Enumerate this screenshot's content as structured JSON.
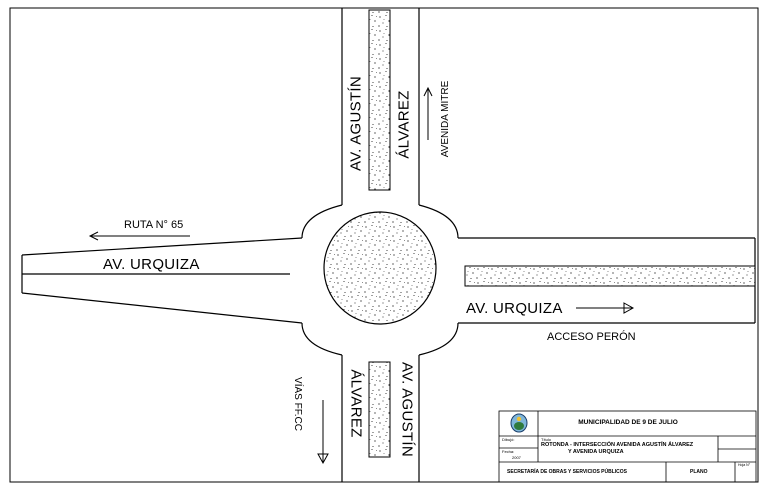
{
  "streets": {
    "urquiza_west": "AV. URQUIZA",
    "urquiza_east": "AV. URQUIZA",
    "agustin_north_1": "AV. AGUSTÍN",
    "agustin_north_2": "ÁLVAREZ",
    "agustin_south_1": "AV. AGUSTÍN",
    "agustin_south_2": "ÁLVAREZ"
  },
  "directions": {
    "ruta": "RUTA N° 65",
    "mitre": "AVENIDA MITRE",
    "peron": "ACCESO PERÓN",
    "vias": "VÍAS FF.CC"
  },
  "title_block": {
    "municipality": "MUNICIPALIDAD DE 9 DE JULIO",
    "field_label_1": "Dibujó:",
    "field_label_2": "Fecha:",
    "field_year": "2007",
    "title_label": "Título",
    "title_line1": "ROTONDA - INTERSECCIÓN AVENIDA AGUSTÍN ÁLVAREZ",
    "title_line2": "Y AVENIDA URQUIZA",
    "department": "SECRETARÍA DE OBRAS Y SERVICIOS PÚBLICOS",
    "plan_label": "PLANO",
    "sheet_label": "Hoja N°"
  }
}
